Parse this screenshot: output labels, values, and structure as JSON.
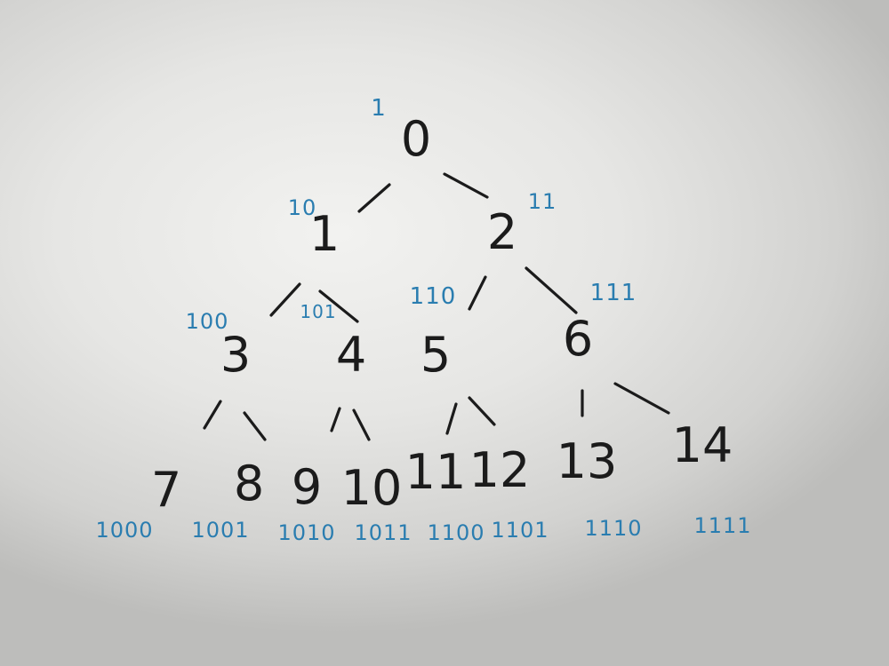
{
  "tree": {
    "nodes": [
      {
        "id": "0",
        "label": "0"
      },
      {
        "id": "1",
        "label": "1"
      },
      {
        "id": "2",
        "label": "2"
      },
      {
        "id": "3",
        "label": "3"
      },
      {
        "id": "4",
        "label": "4"
      },
      {
        "id": "5",
        "label": "5"
      },
      {
        "id": "6",
        "label": "6"
      },
      {
        "id": "7",
        "label": "7"
      },
      {
        "id": "8",
        "label": "8"
      },
      {
        "id": "9",
        "label": "9"
      },
      {
        "id": "10",
        "label": "10"
      },
      {
        "id": "11",
        "label": "11"
      },
      {
        "id": "12",
        "label": "12"
      },
      {
        "id": "13",
        "label": "13"
      },
      {
        "id": "14",
        "label": "14"
      }
    ],
    "edges": [
      [
        "0",
        "1"
      ],
      [
        "0",
        "2"
      ],
      [
        "1",
        "3"
      ],
      [
        "1",
        "4"
      ],
      [
        "2",
        "5"
      ],
      [
        "2",
        "6"
      ],
      [
        "3",
        "7"
      ],
      [
        "3",
        "8"
      ],
      [
        "4",
        "9"
      ],
      [
        "4",
        "10"
      ],
      [
        "5",
        "11"
      ],
      [
        "5",
        "12"
      ],
      [
        "6",
        "13"
      ],
      [
        "6",
        "14"
      ]
    ],
    "codes": [
      {
        "node": "0",
        "text": "1"
      },
      {
        "node": "1",
        "text": "10"
      },
      {
        "node": "2",
        "text": "11"
      },
      {
        "node": "3",
        "text": "100"
      },
      {
        "node": "4",
        "text": "101"
      },
      {
        "node": "5",
        "text": "110"
      },
      {
        "node": "6",
        "text": "111"
      },
      {
        "node": "7",
        "text": "1000"
      },
      {
        "node": "8",
        "text": "1001"
      },
      {
        "node": "9",
        "text": "1010"
      },
      {
        "node": "10",
        "text": "1011"
      },
      {
        "node": "11",
        "text": "1100"
      },
      {
        "node": "12",
        "text": "1101"
      },
      {
        "node": "13",
        "text": "1110"
      },
      {
        "node": "14",
        "text": "1111"
      }
    ]
  },
  "colors": {
    "ink": "#1b1b1b",
    "blue_ink": "#2a7db0",
    "paper": "#ececea"
  }
}
